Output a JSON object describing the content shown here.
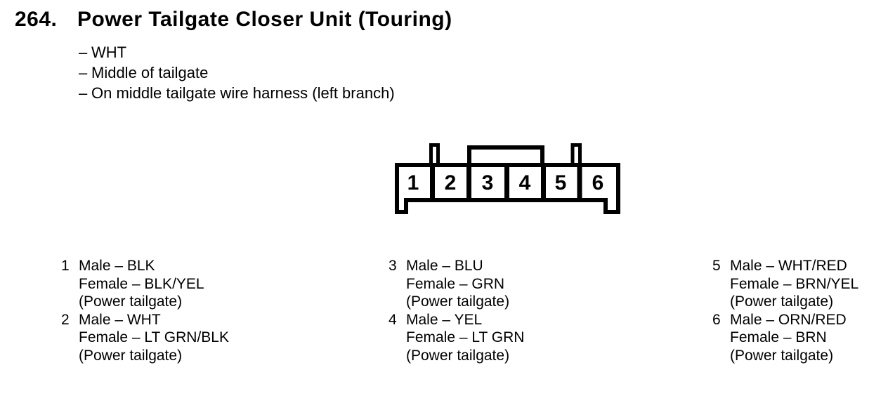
{
  "heading": {
    "number": "264.",
    "title": "Power Tailgate Closer Unit (Touring)"
  },
  "details": {
    "bullet": "–",
    "items": [
      "WHT",
      "Middle of tailgate",
      "On middle tailgate wire harness (left branch)"
    ]
  },
  "connector": {
    "pins": [
      "1",
      "2",
      "3",
      "4",
      "5",
      "6"
    ],
    "outline_color": "#000000"
  },
  "legend": {
    "columns": [
      {
        "entries": [
          {
            "number": "1",
            "lines": [
              "Male – BLK",
              "Female – BLK/YEL",
              "(Power tailgate)"
            ]
          },
          {
            "number": "2",
            "lines": [
              "Male – WHT",
              "Female – LT GRN/BLK",
              "(Power tailgate)"
            ]
          }
        ]
      },
      {
        "entries": [
          {
            "number": "3",
            "lines": [
              "Male – BLU",
              "Female – GRN",
              "(Power tailgate)"
            ]
          },
          {
            "number": "4",
            "lines": [
              "Male – YEL",
              "Female – LT GRN",
              "(Power tailgate)"
            ]
          }
        ]
      },
      {
        "entries": [
          {
            "number": "5",
            "lines": [
              "Male – WHT/RED",
              "Female – BRN/YEL",
              "(Power tailgate)"
            ]
          },
          {
            "number": "6",
            "lines": [
              "Male – ORN/RED",
              "Female – BRN",
              "(Power tailgate)"
            ]
          }
        ]
      }
    ]
  }
}
